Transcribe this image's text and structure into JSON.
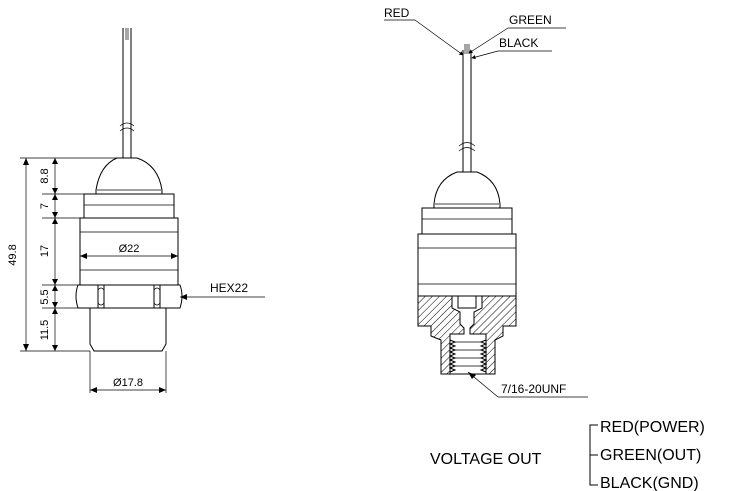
{
  "left_view": {
    "dim_total": "49.8",
    "dim_cap": "8.8",
    "dim_collar": "7",
    "dim_body": "17",
    "dim_hex": "5.5",
    "dim_thread": "11.5",
    "dia_body": "Ø22",
    "dia_port": "Ø17.8",
    "hex_label": "HEX22"
  },
  "right_view": {
    "wire_red": "RED",
    "wire_green": "GREEN",
    "wire_black": "BLACK",
    "thread_label": "7/16-20UNF"
  },
  "legend": {
    "title": "VOLTAGE OUT",
    "items": [
      "RED(POWER)",
      "GREEN(OUT)",
      "BLACK(GND)"
    ]
  }
}
